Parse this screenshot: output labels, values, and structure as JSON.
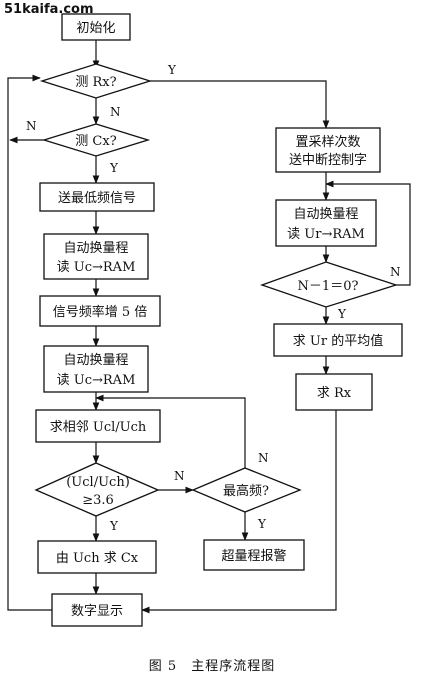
{
  "watermark": "51kaifa.com",
  "nodes": {
    "init": "初始化",
    "test_rx": "测 Rx?",
    "test_cx": "测 Cx?",
    "send_low": "送最低频信号",
    "auto1_l1": "自动换量程",
    "auto1_l2": "读 Uc→RAM",
    "freq_up": "信号频率增 5 倍",
    "auto2_l1": "自动换量程",
    "auto2_l2": "读 Uc→RAM",
    "ratio": "求相邻 Ucl/Uch",
    "cond_l1": "(Ucl/Uch)",
    "cond_l2": "≥3.6",
    "max_freq": "最高频?",
    "calc_cx": "由 Uch 求 Cx",
    "overrange": "超量程报警",
    "display": "数字显示",
    "set_l1": "置采样次数",
    "set_l2": "送中断控制字",
    "auto3_l1": "自动换量程",
    "auto3_l2": "读 Ur→RAM",
    "n_check": "N－1＝0?",
    "avg": "求 Ur 的平均值",
    "calc_rx": "求 Rx"
  },
  "labels": {
    "yes": "Y",
    "no": "N"
  },
  "caption": "图 5　主程序流程图"
}
